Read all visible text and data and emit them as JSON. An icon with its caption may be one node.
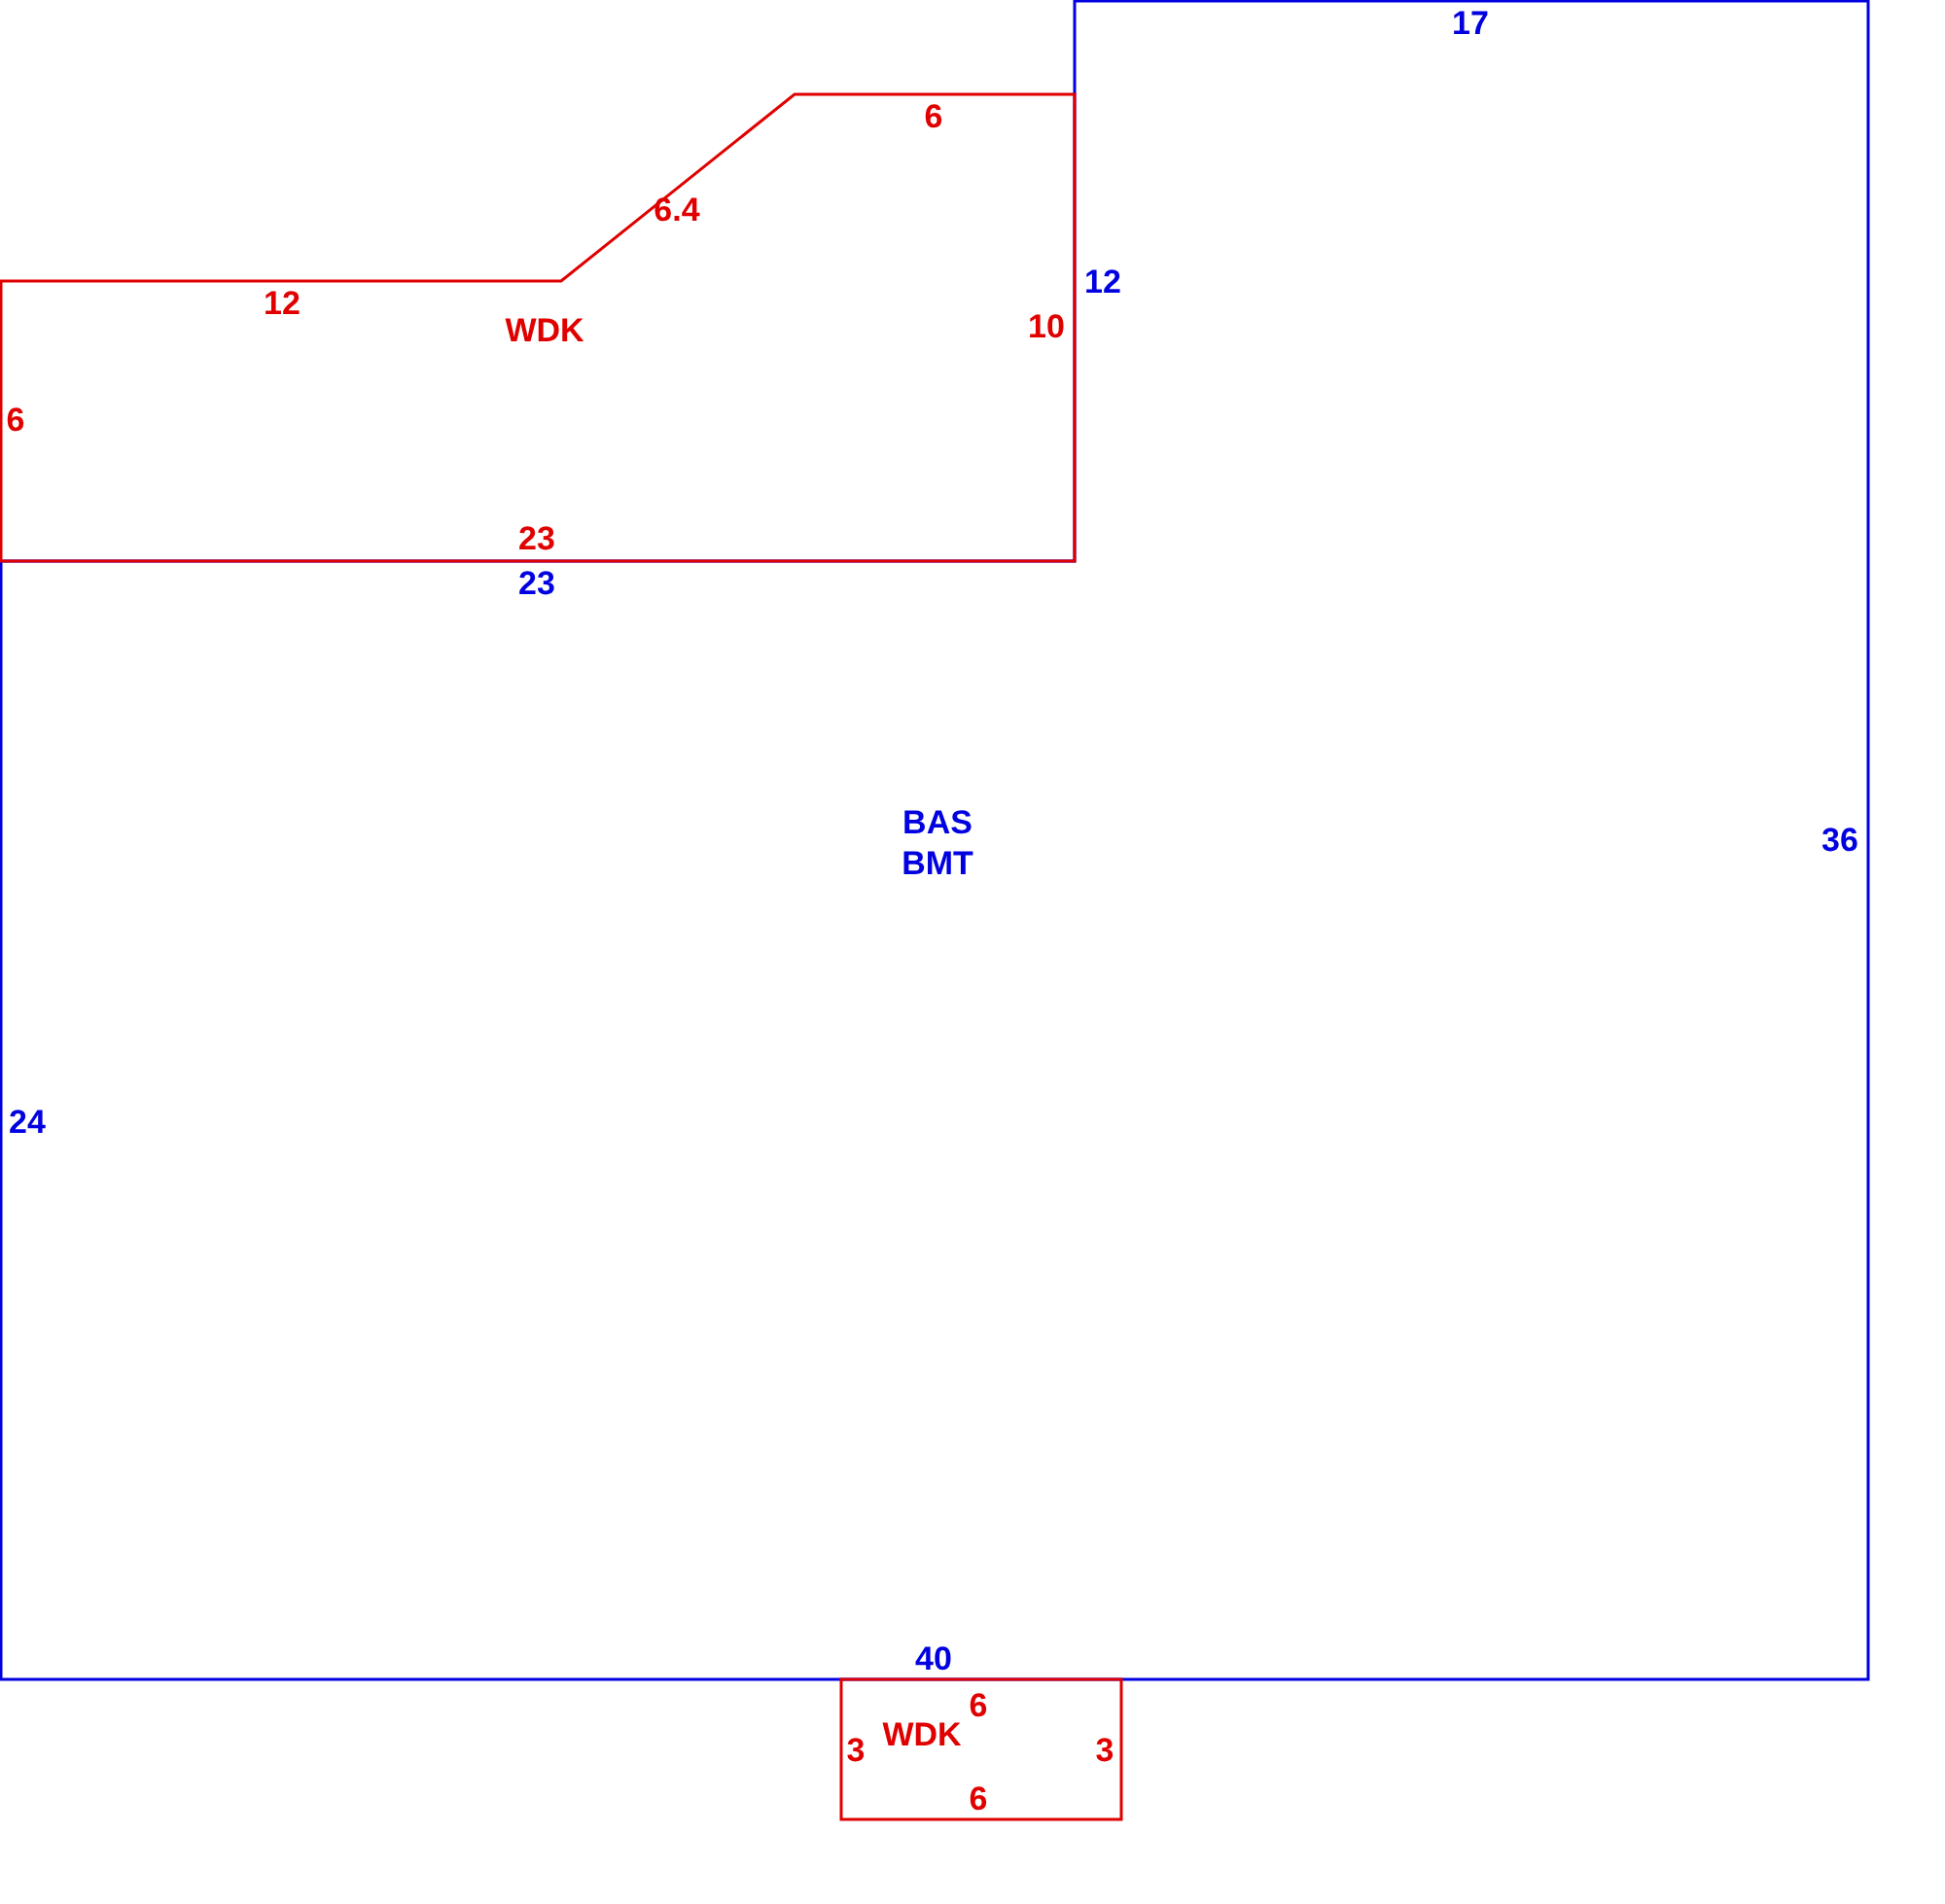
{
  "diagram": {
    "nodes": [
      {
        "text": [
          "BAS",
          "BMT"
        ]
      },
      {
        "text": [
          "WDK"
        ]
      },
      {
        "text": [
          "WDK"
        ]
      }
    ],
    "labels": [
      "17",
      "6",
      "6.4",
      "12",
      "12",
      "10",
      "6",
      "23",
      "23",
      "36",
      "24",
      "40",
      "6",
      "3",
      "3",
      "6"
    ]
  }
}
